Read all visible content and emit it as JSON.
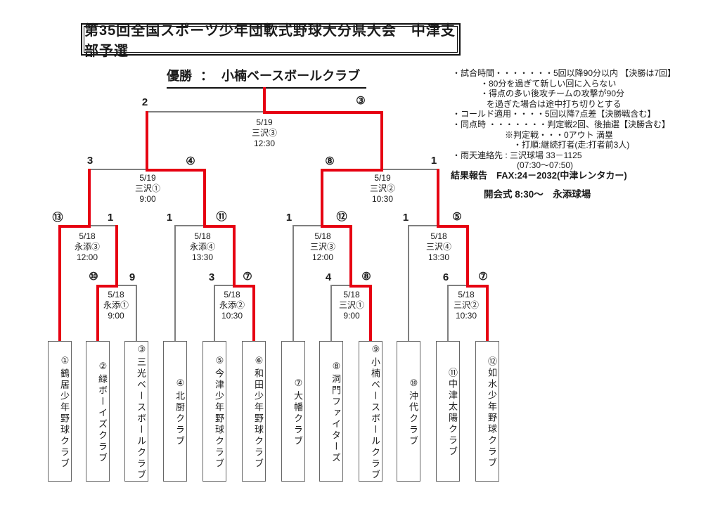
{
  "title": "第35回全国スポーツ少年団軟式野球大分県大会　中津支部予選",
  "champion": {
    "prefix": "優勝",
    "separator": "：",
    "name": "小楠ベースボールクラブ"
  },
  "notes": {
    "line1": "・試合時間・・・・・・・5回以降90分以内 【決勝は7回】",
    "line2": "・80分を過ぎて新しい回に入らない",
    "line3": "・得点の多い後攻チームの攻撃が90分",
    "line4": "を過ぎた場合は途中打ち切りとする",
    "line5": "・コールド適用・・・・5回以降7点差【決勝戦含む】",
    "line6": "・同点時 ・・・・・・・判定戦2回、後抽選【決勝含む】",
    "line7": "※判定戦・・・0アウト 満塁",
    "line8": "・打順:継続打者(走:打者前3人)",
    "line9": "・雨天連絡先 : 三沢球場 33－1125",
    "line10": "(07:30～07:50)",
    "result_report": "結果報告　FAX:24－2032(中津レンタカー)",
    "opening": "開会式 8:30～　永添球場"
  },
  "matches": {
    "final": {
      "date": "5/19",
      "venue": "三沢③",
      "time": "12:30",
      "score_left": "2",
      "score_right": "③"
    },
    "sf1": {
      "date": "5/19",
      "venue": "三沢①",
      "time": "9:00",
      "score_left": "3",
      "score_right": "④"
    },
    "sf2": {
      "date": "5/19",
      "venue": "三沢②",
      "time": "10:30",
      "score_left": "⑧",
      "score_right": "1"
    },
    "qf1": {
      "date": "5/18",
      "venue": "永添③",
      "time": "12:00",
      "score_left": "⑬",
      "score_right": "1"
    },
    "qf2": {
      "date": "5/18",
      "venue": "永添④",
      "time": "13:30",
      "score_left": "1",
      "score_right": "⑪"
    },
    "qf3": {
      "date": "5/18",
      "venue": "三沢③",
      "time": "12:00",
      "score_left": "1",
      "score_right": "⑫"
    },
    "qf4": {
      "date": "5/18",
      "venue": "三沢④",
      "time": "13:30",
      "score_left": "1",
      "score_right": "⑤"
    },
    "r1m1": {
      "date": "5/18",
      "venue": "永添①",
      "time": "9:00",
      "score_left": "⑩",
      "score_right": "9"
    },
    "r1m2": {
      "date": "5/18",
      "venue": "永添②",
      "time": "10:30",
      "score_left": "3",
      "score_right": "⑦"
    },
    "r1m3": {
      "date": "5/18",
      "venue": "三沢①",
      "time": "9:00",
      "score_left": "4",
      "score_right": "⑧"
    },
    "r1m4": {
      "date": "5/18",
      "venue": "三沢②",
      "time": "10:30",
      "score_left": "6",
      "score_right": "⑦"
    }
  },
  "teams": [
    {
      "seed": "①",
      "name": "鶴居少年野球クラブ"
    },
    {
      "seed": "②",
      "name": "緑ボーイズクラブ"
    },
    {
      "seed": "③",
      "name": "三光ベースボールクラブ"
    },
    {
      "seed": "④",
      "name": "北厨クラブ"
    },
    {
      "seed": "⑤",
      "name": "今津少年野球クラブ"
    },
    {
      "seed": "⑥",
      "name": "和田少年野球クラブ"
    },
    {
      "seed": "⑦",
      "name": "大幡クラブ"
    },
    {
      "seed": "⑧",
      "name": "洞門ファイターズ"
    },
    {
      "seed": "⑨",
      "name": "小楠ベースボールクラブ"
    },
    {
      "seed": "⑩",
      "name": "沖代クラブ"
    },
    {
      "seed": "⑪",
      "name": "中津太陽クラブ"
    },
    {
      "seed": "⑫",
      "name": "如水少年野球クラブ"
    }
  ],
  "colors": {
    "winner_path": "#e60012",
    "bracket_line": "#7f7f7f"
  }
}
